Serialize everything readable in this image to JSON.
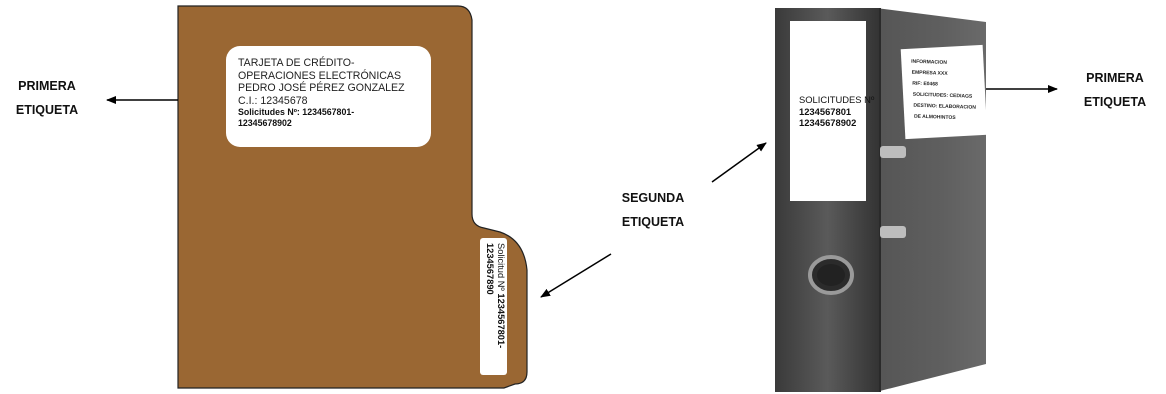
{
  "folder": {
    "card": {
      "line1": "TARJETA DE CRÉDITO-",
      "line2": "OPERACIONES ELECTRÓNICAS",
      "line3": "PEDRO JOSÉ PÉREZ GONZALEZ",
      "line4": "C.I.: 12345678",
      "line5": "Solicitudes Nº: 1234567801-",
      "line6": "12345678902"
    },
    "tab_label": {
      "prefix": "Solicitud Nº ",
      "number": "1234567801-1234567890"
    },
    "color": "#9a6733"
  },
  "binder": {
    "spine_label": {
      "line1": "SOLICITUDES Nº",
      "line2": "1234567801",
      "line3": "12345678902"
    },
    "cover_label": {
      "lines": [
        "INFORMACION",
        "EMPRESA XXX",
        "RIF: E0468",
        "SOLICITUDES: CEDIAGS",
        "DESTINO: ELABORACION",
        "DE ALMOHINTOS"
      ]
    },
    "color": "#4a4a4a"
  },
  "callouts": {
    "left_first": {
      "line1": "PRIMERA",
      "line2": "ETIQUETA"
    },
    "middle_second": {
      "line1": "SEGUNDA",
      "line2": "ETIQUETA"
    },
    "right_first": {
      "line1": "PRIMERA",
      "line2": "ETIQUETA"
    }
  }
}
